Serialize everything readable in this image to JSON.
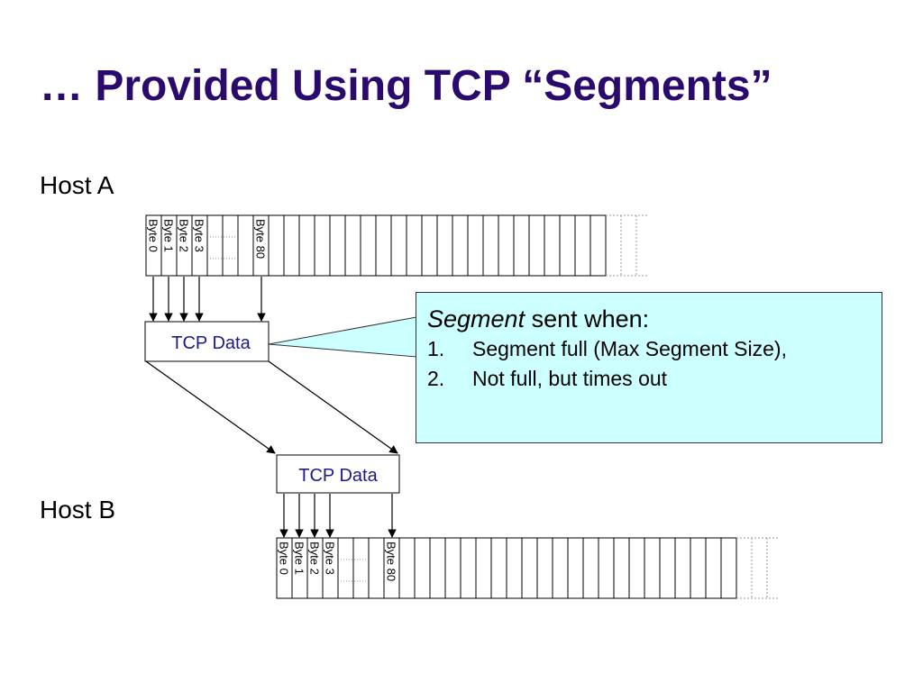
{
  "title": "… Provided Using TCP “Segments”",
  "host_a": {
    "label": "Host A",
    "byte_labels": [
      "Byte 0",
      "Byte 1",
      "Byte 2",
      "Byte 3"
    ],
    "last_byte_label": "Byte 80"
  },
  "host_b": {
    "label": "Host B",
    "byte_labels": [
      "Byte 0",
      "Byte 1",
      "Byte 2",
      "Byte 3"
    ],
    "last_byte_label": "Byte 80"
  },
  "tcp_data_label_a": "TCP Data",
  "tcp_data_label_b": "TCP Data",
  "callout": {
    "heading_italic": "Segment",
    "heading_rest": " sent when:",
    "items": [
      {
        "num": "1.",
        "text": "Segment full (Max Segment Size),"
      },
      {
        "num": "2.",
        "text": "Not full, but times out"
      }
    ],
    "fill_color": "#ccffff"
  },
  "colors": {
    "title": "#2b0a6e",
    "tcp_data_text": "#1a1a8c"
  }
}
